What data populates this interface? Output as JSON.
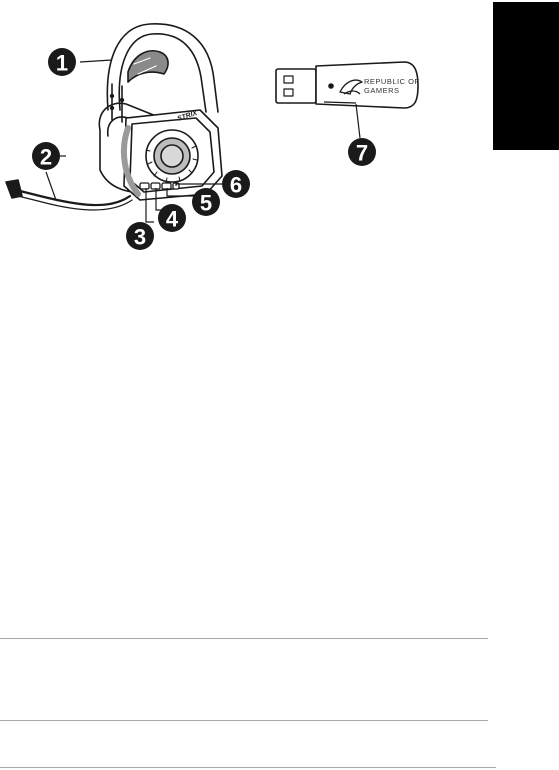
{
  "callouts": [
    "1",
    "2",
    "3",
    "4",
    "5",
    "6",
    "7"
  ],
  "dongle": {
    "logo_line1": "REPUBLIC OF",
    "logo_line2": "GAMERS"
  },
  "headset": {
    "brand_text": "STRIX"
  },
  "colors": {
    "side_tab": "#000000",
    "callout_fill": "#1a1a1a",
    "line_art": "#1a1a1a",
    "rule": "#a8a8a8"
  }
}
